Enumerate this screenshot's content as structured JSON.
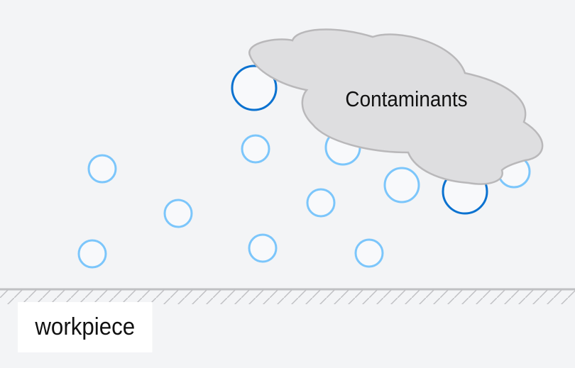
{
  "labels": {
    "contaminants": "Contaminants",
    "workpiece": "workpiece"
  },
  "colors": {
    "background": "#f3f4f6",
    "light_particle": "#7cc6fb",
    "dark_particle": "#0b72d0",
    "cloud_fill": "#dedee0",
    "cloud_stroke": "#b9b8ba",
    "surface": "#bfc0c3"
  },
  "particles": [
    {
      "type": "dark"
    },
    {
      "type": "light"
    },
    {
      "type": "light"
    },
    {
      "type": "light"
    },
    {
      "type": "light"
    },
    {
      "type": "light"
    },
    {
      "type": "light"
    },
    {
      "type": "dark"
    },
    {
      "type": "light"
    },
    {
      "type": "light"
    },
    {
      "type": "light"
    },
    {
      "type": "light"
    }
  ]
}
